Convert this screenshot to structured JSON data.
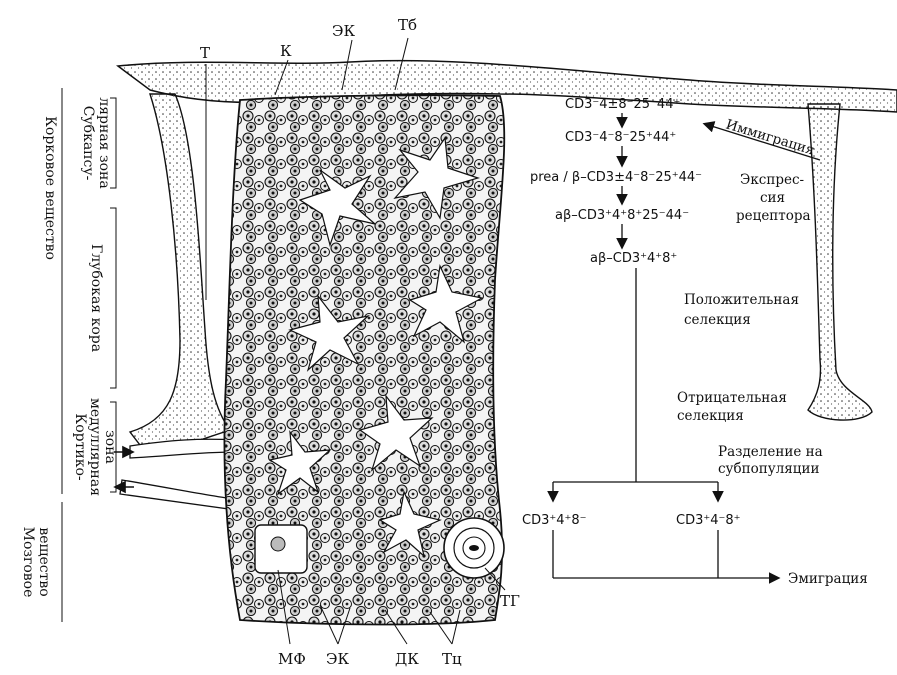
{
  "structure_labels": {
    "T": "Т",
    "K": "К",
    "EK_top": "ЭК",
    "Tb": "Тб",
    "TG": "ТГ",
    "MF": "МФ",
    "EK_bottom": "ЭК",
    "DK": "ДК",
    "Tc": "Тц"
  },
  "side_labels": {
    "cortex": "Корковое вещество",
    "subcapsular_line1": "Субкапсу-",
    "subcapsular_line2": "лярная зона",
    "deep_cortex": "Глубокая кора",
    "corticomed_line1": "Кортико-",
    "corticomed_line2": "медуллярная",
    "corticomed_line3": "зона",
    "medulla_line1": "Мозговое",
    "medulla_line2": "вещество"
  },
  "flow": {
    "step1": "CD3⁻4±8⁻25⁻44⁺",
    "step2": "CD3⁻4⁻8⁻25⁺44⁺",
    "step3": "prea / β–CD3±4⁻8⁻25⁺44⁻",
    "step4": "aβ–CD3⁺4⁺8⁺25⁻44⁻",
    "step5": "aβ–CD3⁺4⁺8⁺",
    "branch_left": "CD3⁺4⁺8⁻",
    "branch_right": "CD3⁺4⁻8⁺",
    "immigration": "Иммиграция",
    "expression_line1": "Экспрес-",
    "expression_line2": "сия",
    "expression_line3": "рецептора",
    "positive_line1": "Положительная",
    "positive_line2": "селекция",
    "negative_line1": "Отрицательная",
    "negative_line2": "селекция",
    "split_line1": "Разделение на",
    "split_line2": "субпопуляции",
    "emigration": "Эмиграция"
  }
}
